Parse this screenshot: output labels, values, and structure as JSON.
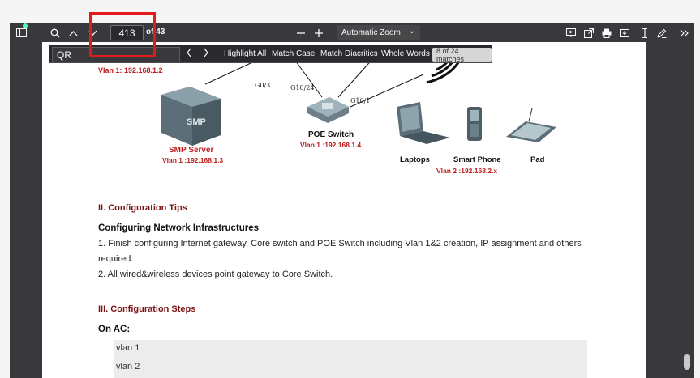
{
  "toolbar": {
    "page_number": "413",
    "page_total": "of 43",
    "zoom": "Automatic Zoom"
  },
  "findbar": {
    "query": "QR",
    "options": [
      "Highlight All",
      "Match Case",
      "Match Diacritics",
      "Whole Words"
    ],
    "match_count": "8 of 24 matches"
  },
  "diagram": {
    "top_left_vlan": "Vlan 1:  192.168.1.2",
    "port_top": "G0/3",
    "port_left": "G10/24",
    "port_right": "G10/1",
    "smp_label": "SMP Server",
    "smp_vlan": "Vlan 1 :192.168.1.3",
    "poe_label": "POE Switch",
    "poe_vlan": "Vlan 1 :192.168.1.4",
    "laptops": "Laptops",
    "smartphone": "Smart Phone",
    "pad": "Pad",
    "client_vlan": "Vlan 2 :192.168.2.x",
    "smp_box_text": "SMP"
  },
  "content": {
    "section2_title": "II. Configuration Tips",
    "sub1": "Configuring Network Infrastructures",
    "line1": "1. Finish configuring Internet gateway, Core switch and POE Switch including Vlan 1&2 creation, IP assignment and others",
    "line1b": "required.",
    "line2": "2. All wired&wireless devices point gateway to Core Switch.",
    "section3_title": "III. Configuration Steps",
    "on_ac": "On AC:",
    "code1": "vlan 1",
    "code2": "vlan 2"
  },
  "colors": {
    "toolbar_bg": "#38383d",
    "heading": "#7b1414",
    "red_label": "#c01a1a",
    "highlight_box": "#e11b1b"
  }
}
